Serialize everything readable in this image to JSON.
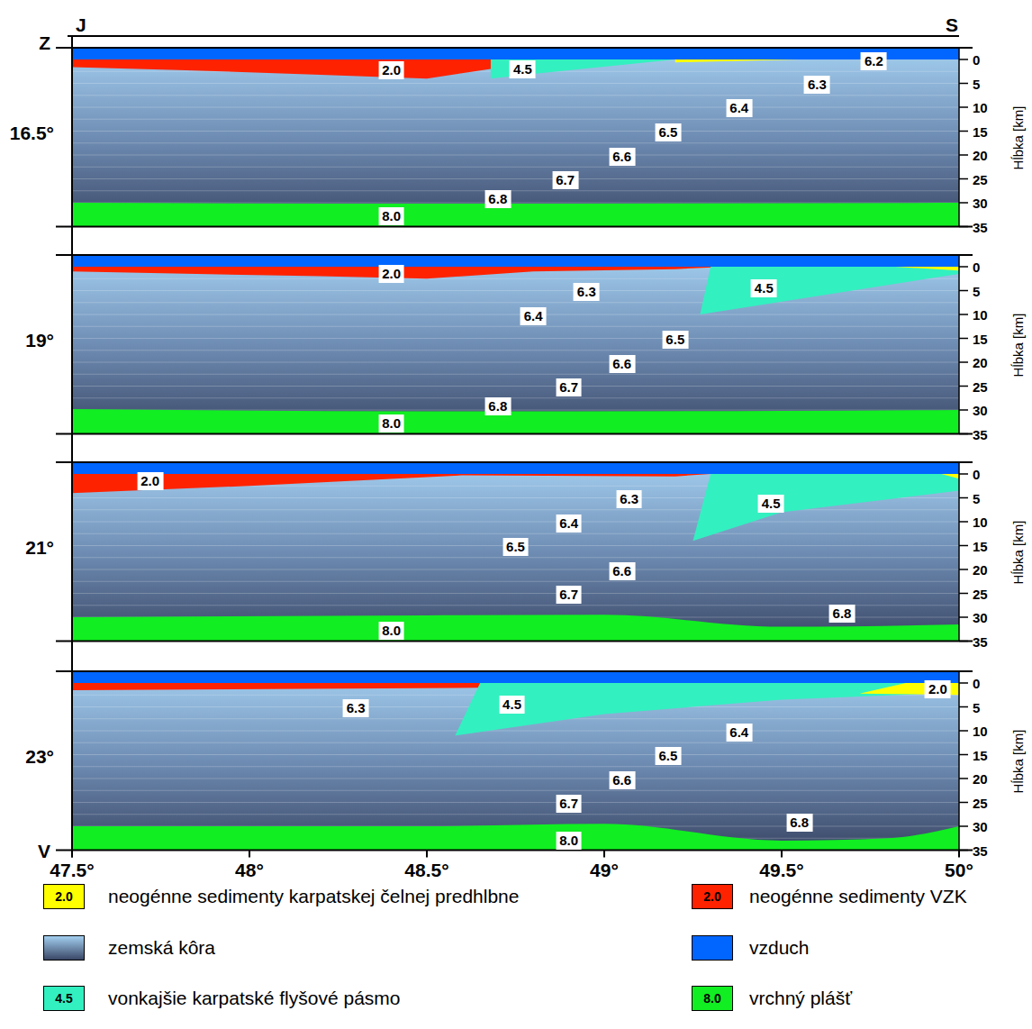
{
  "diagram": {
    "labels": [
      "J",
      "S",
      "Z",
      "16.5°",
      "0",
      "5",
      "10",
      "15",
      "20",
      "25",
      "30",
      "35",
      "Hĺbka [km]",
      "2.0",
      "4.5",
      "6.2",
      "6.3",
      "6.4",
      "6.5",
      "6.6",
      "6.7",
      "6.8",
      "8.0",
      "19°",
      "0",
      "5",
      "10",
      "15",
      "20",
      "25",
      "30",
      "35",
      "Hĺbka [km]",
      "2.0",
      "6.3",
      "4.5",
      "6.4",
      "6.5",
      "6.6",
      "6.7",
      "6.8",
      "8.0",
      "21°",
      "0",
      "5",
      "10",
      "15",
      "20",
      "25",
      "30",
      "35",
      "Hĺbka [km]",
      "2.0",
      "6.3",
      "4.5",
      "6.4",
      "6.5",
      "6.6",
      "6.7",
      "6.8",
      "8.0",
      "23°",
      "0",
      "5",
      "10",
      "15",
      "20",
      "25",
      "30",
      "35",
      "Hĺbka [km]",
      "6.3",
      "4.5",
      "2.0",
      "6.4",
      "6.5",
      "6.6",
      "6.7",
      "6.8",
      "8.0",
      "V",
      "47.5°",
      "48°",
      "48.5°",
      "49°",
      "49.5°",
      "50°",
      "2.0",
      "2.0",
      "4.5",
      "8.0"
    ],
    "legend": [
      {
        "text": "neogénne sedimenty karpatskej čelnej predhlbne",
        "color": "#ffff00"
      },
      {
        "text": "neogénne sedimenty VZK",
        "color": "#ff2200"
      },
      {
        "text": "zemská kôra"
      },
      {
        "text": "vzduch",
        "color": "#0066ff"
      },
      {
        "text": "vonkajšie karpatské flyšové pásmo",
        "color": "#33f0c0"
      },
      {
        "text": "vrchný plášť",
        "color": "#11ee22"
      }
    ]
  }
}
